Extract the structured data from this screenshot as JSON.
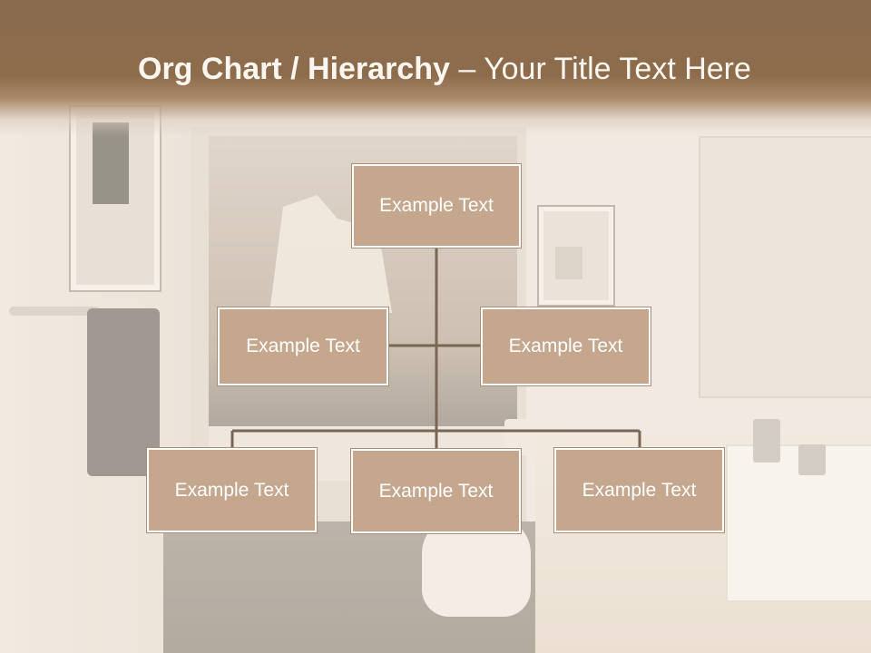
{
  "slide": {
    "title_bold": "Org Chart / Hierarchy",
    "title_dash": " – ",
    "title_rest": "Your Title Text Here"
  },
  "org_chart": {
    "top": {
      "label": "Example Text"
    },
    "middle_left": {
      "label": "Example Text"
    },
    "middle_right": {
      "label": "Example Text"
    },
    "bottom_left": {
      "label": "Example Text"
    },
    "bottom_center": {
      "label": "Example Text"
    },
    "bottom_right": {
      "label": "Example Text"
    }
  },
  "colors": {
    "header_band": "#8a6b4e",
    "node_fill": "#c4a78d",
    "node_border": "#ffffff",
    "connector": "#7a6654",
    "title_text": "#fbf6ef"
  }
}
